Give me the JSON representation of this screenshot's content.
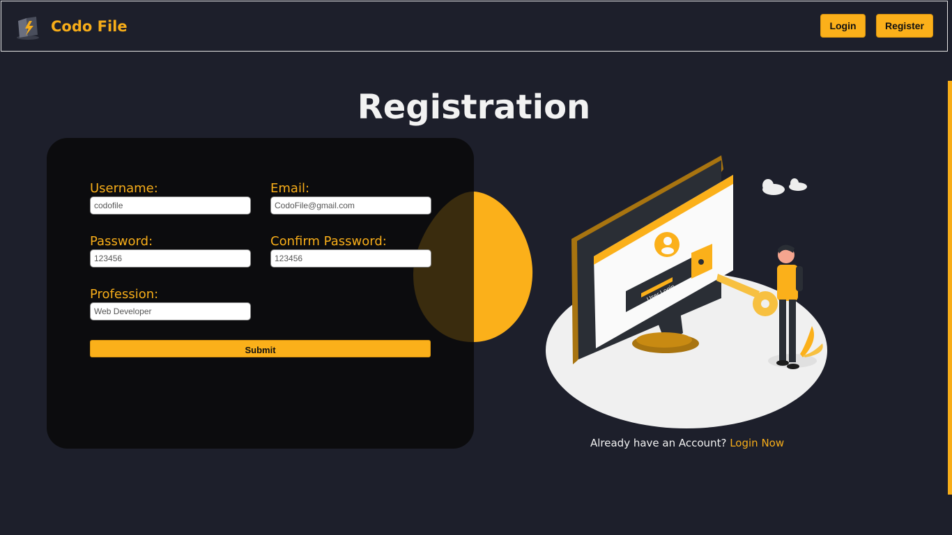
{
  "header": {
    "brand": "Codo File",
    "login_label": "Login",
    "register_label": "Register"
  },
  "page": {
    "title": "Registration"
  },
  "form": {
    "username_label": "Username:",
    "username_value": "codofile",
    "email_label": "Email:",
    "email_value": "CodoFile@gmail.com",
    "password_label": "Password:",
    "password_value": "123456",
    "confirm_label": "Confirm Password:",
    "confirm_value": "123456",
    "profession_label": "Profession:",
    "profession_value": "Web Developer",
    "submit_label": "Submit"
  },
  "illustration": {
    "screen_text": "User Login"
  },
  "footer": {
    "prompt": "Already have an Account?",
    "link": "Login Now"
  },
  "colors": {
    "accent": "#f7ad19",
    "background": "#1d1f2b",
    "card": "#0c0c0e"
  }
}
